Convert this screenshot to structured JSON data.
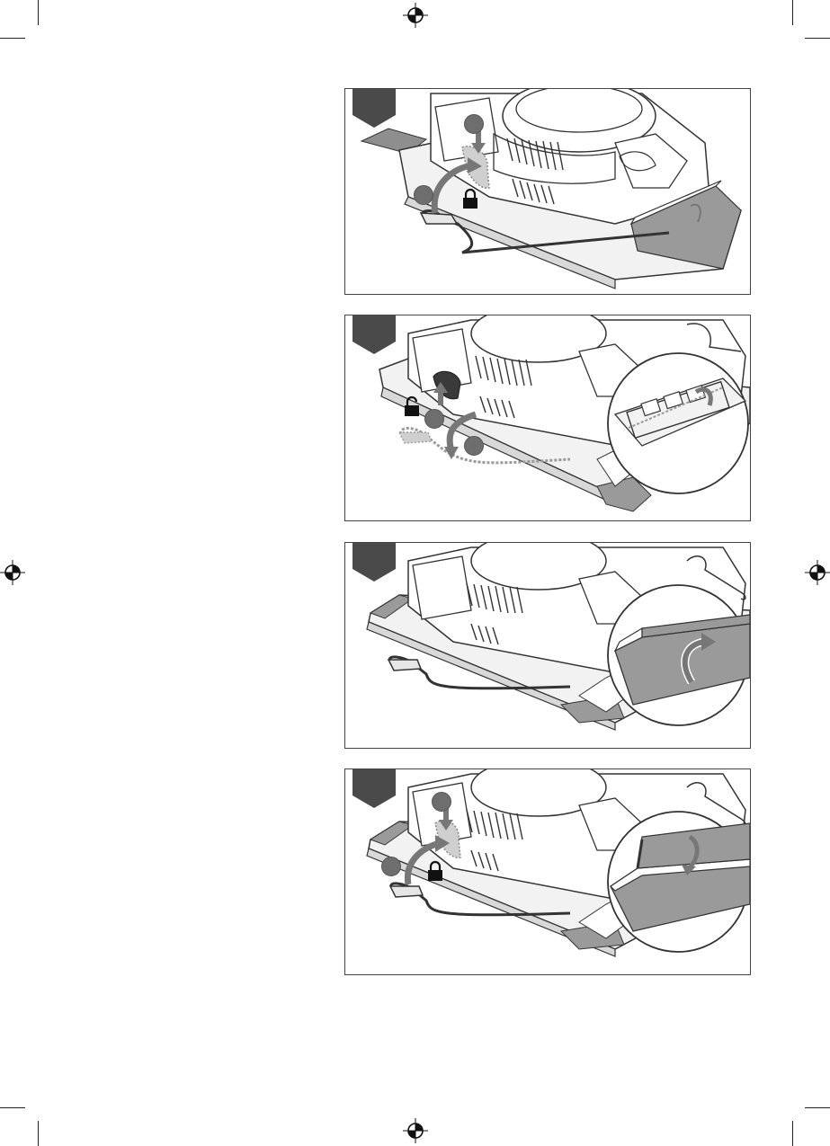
{
  "page": {
    "background": "#ffffff",
    "registration_mark_icon": "crosshair-circle-icon",
    "crop_marks": 8
  },
  "panels": [
    {
      "id": "figure-1",
      "lock_state": "locked",
      "arrows": "lever-up-and-press",
      "inset_zoom": false,
      "step_markers": 2
    },
    {
      "id": "figure-2",
      "lock_state": "unlocked",
      "arrows": "lever-release-and-swing-down",
      "inset_zoom": true,
      "step_markers": 2
    },
    {
      "id": "figure-3",
      "lock_state": "none",
      "arrows": "paper-fold-up",
      "inset_zoom": true,
      "step_markers": 0
    },
    {
      "id": "figure-4",
      "lock_state": "locked",
      "arrows": "lever-up-and-press",
      "inset_zoom": true,
      "step_markers": 2
    }
  ],
  "colors": {
    "line": "#333333",
    "dark_tab": "#4a4a4a",
    "sandpaper": "#9a9a9a",
    "marker": "#6e6e6e",
    "lock": "#111111"
  }
}
